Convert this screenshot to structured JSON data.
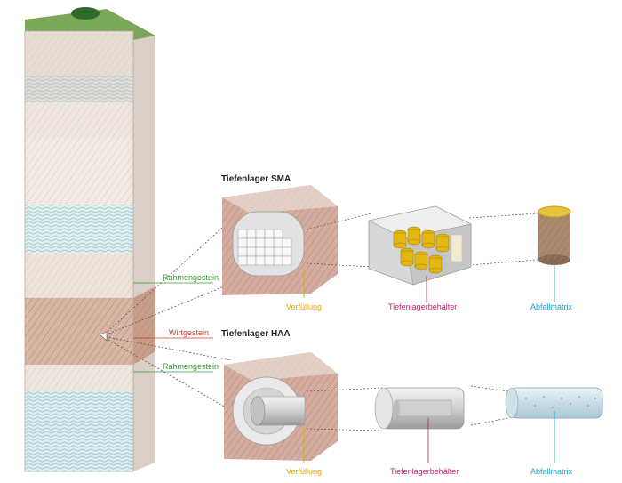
{
  "titles": {
    "sma": "Tiefenlager SMA",
    "haa": "Tiefenlager HAA"
  },
  "column_labels": {
    "host_rock_upper": "Rahmengestein",
    "host_rock": "Wirtgestein",
    "host_rock_lower": "Rahmengestein"
  },
  "sma_labels": {
    "backfill": "Verfüllung",
    "container": "Tiefenlagerbehälter",
    "waste": "Abfallmatrix"
  },
  "haa_labels": {
    "backfill": "Verfüllung",
    "container": "Tiefenlagerbehälter",
    "waste": "Abfallmatrix"
  },
  "colors": {
    "green_label": "#3a9a3a",
    "red_label": "#d33a2a",
    "yellow_label": "#e0a800",
    "magenta_label": "#c0226a",
    "cyan_label": "#1ea0c8",
    "rock_brown": "#c89a84",
    "grass": "#7aa858"
  }
}
